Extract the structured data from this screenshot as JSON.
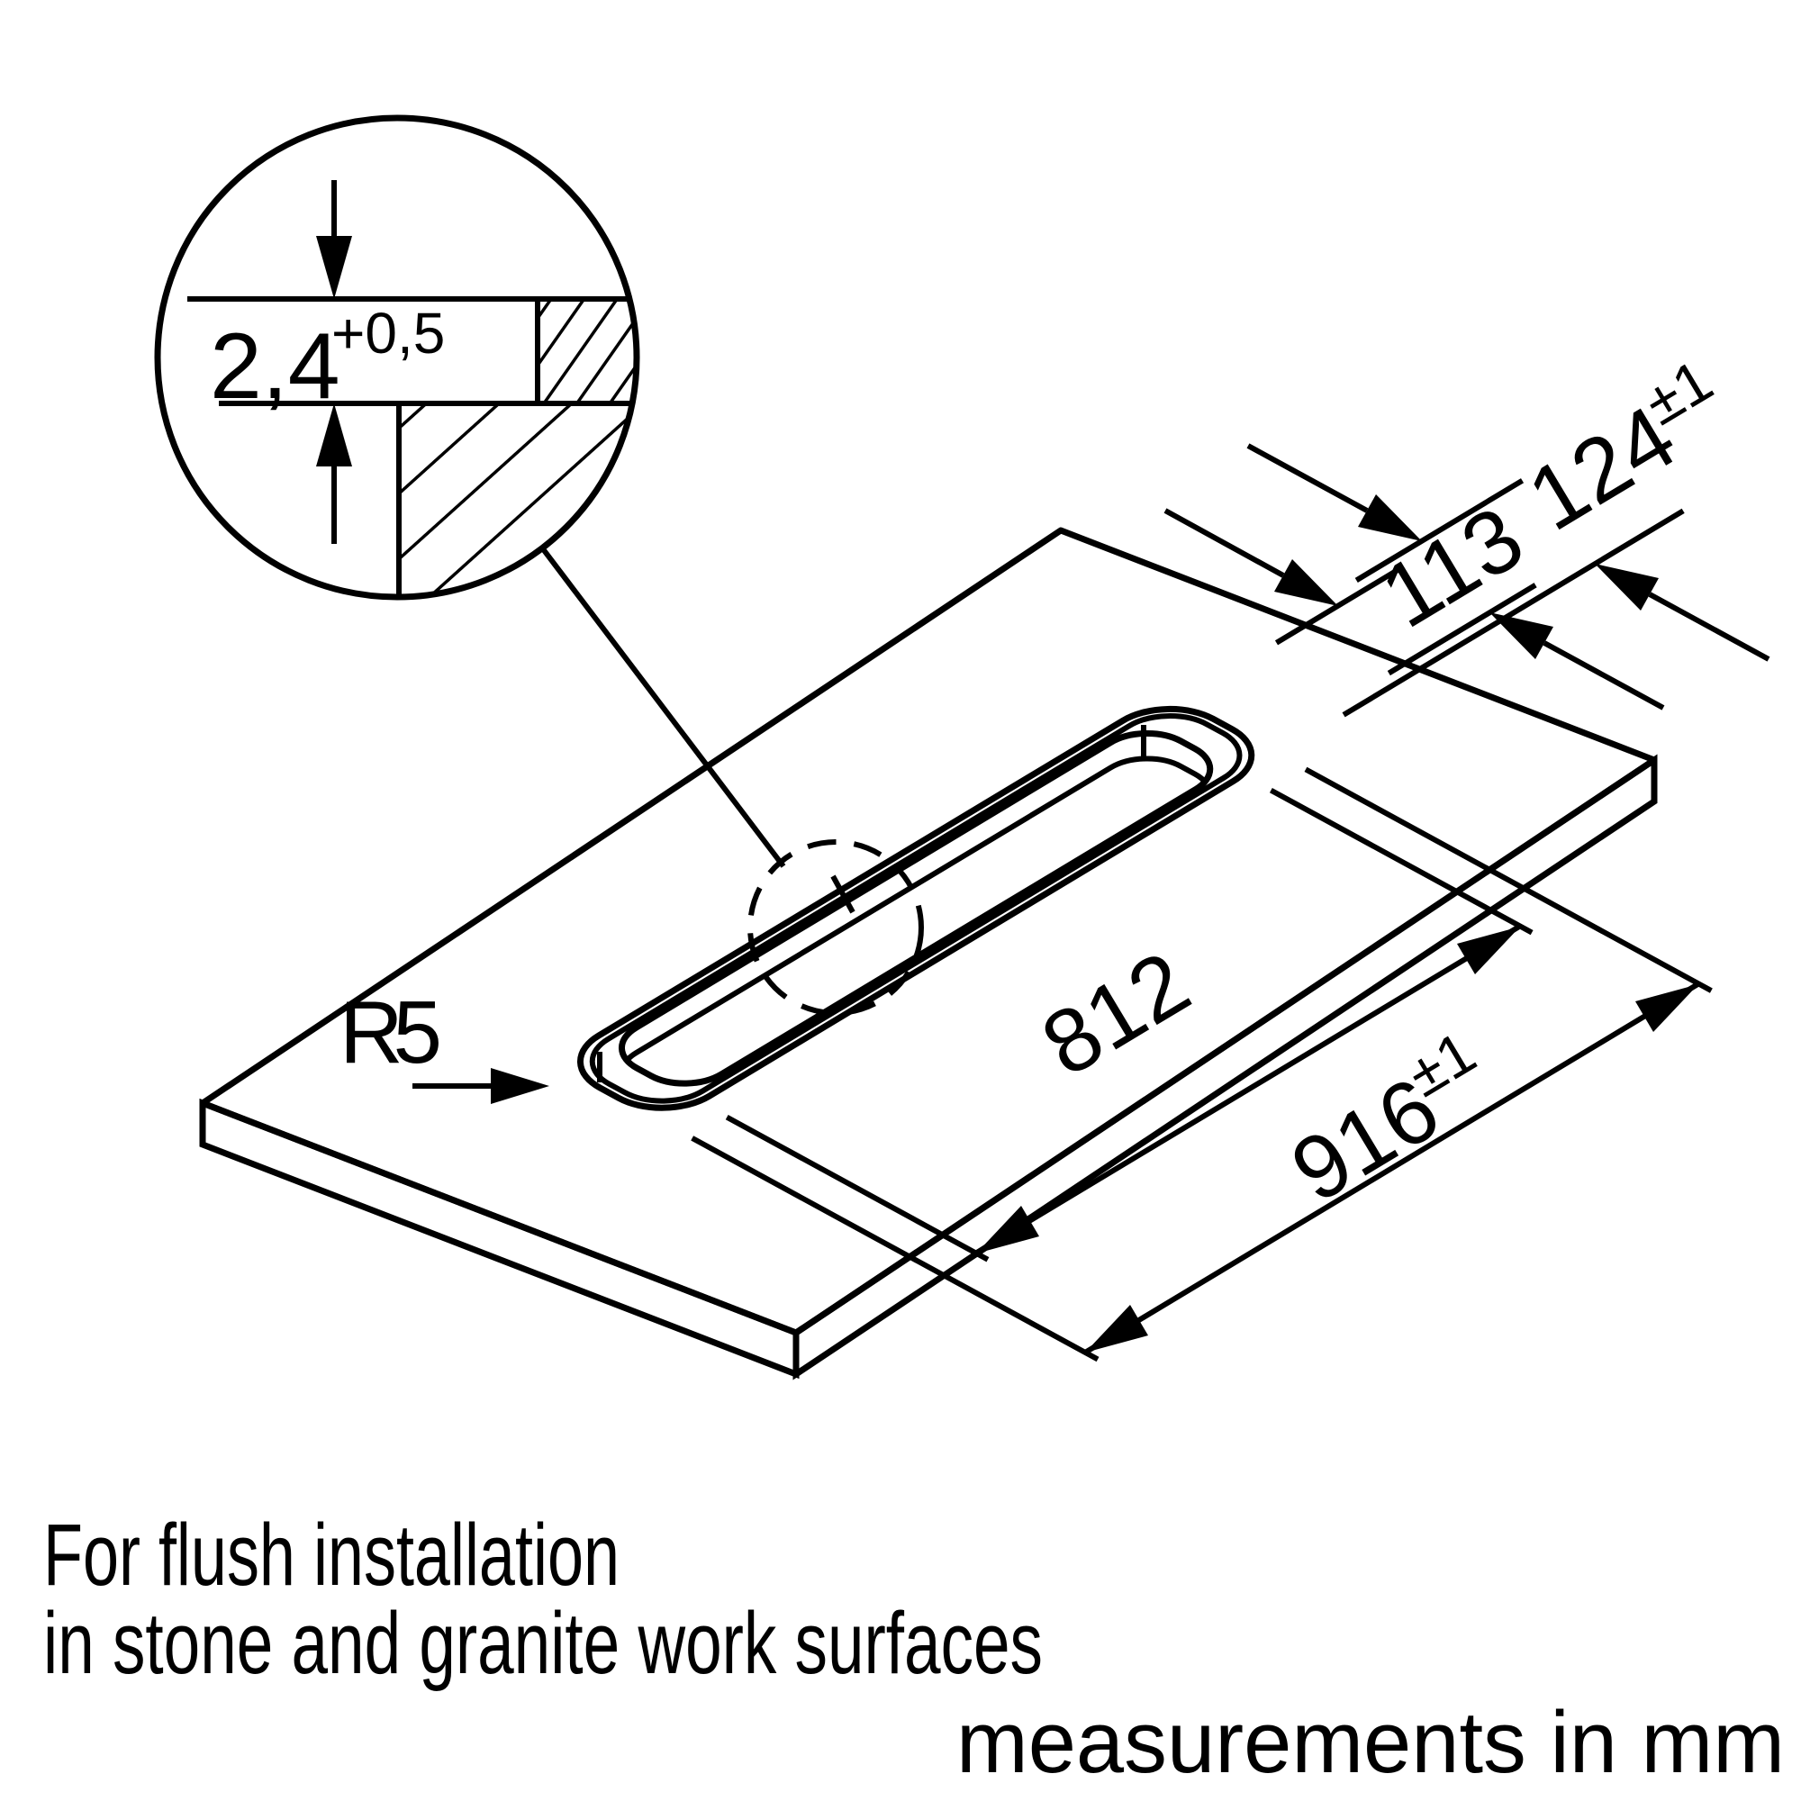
{
  "diagram": {
    "kind": "appliance flush-installation drawing",
    "detail_view": {
      "gap_value": "2,4",
      "gap_tolerance": "+0,5"
    },
    "dimensions": {
      "width_outer": "124",
      "width_outer_tol": "±1",
      "width_inner": "113",
      "length_inner": "812",
      "length_outer": "916",
      "length_outer_tol": "±1",
      "corner_radius": "R 5"
    },
    "captions": {
      "line1": "For flush installation",
      "line2": "in stone and granite work surfaces",
      "units_note": "measurements in mm"
    },
    "colors": {
      "line": "#000000",
      "background": "#ffffff"
    }
  }
}
